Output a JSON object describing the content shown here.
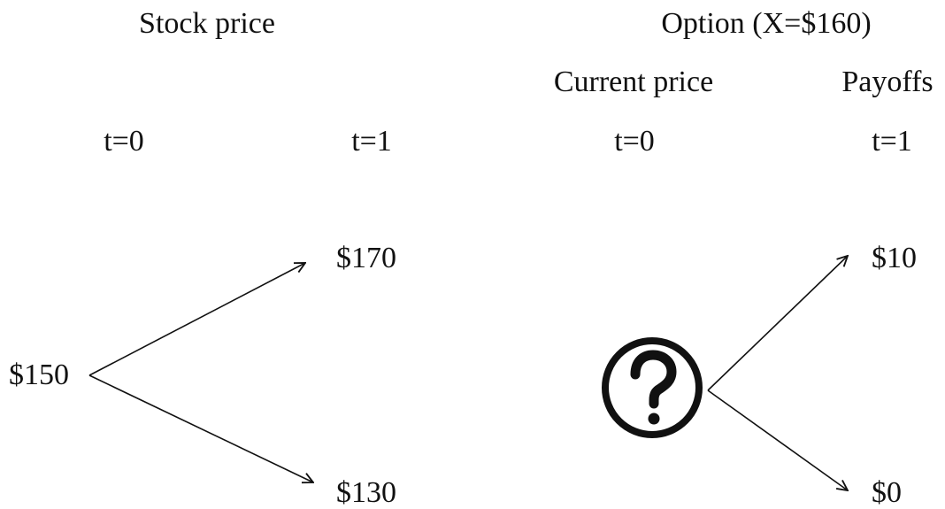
{
  "stock": {
    "title": "Stock price",
    "t0_label": "t=0",
    "t1_label": "t=1",
    "initial": "$150",
    "up": "$170",
    "down": "$130"
  },
  "option": {
    "title": "Option (X=$160)",
    "current_label": "Current price",
    "payoffs_label": "Payoffs",
    "t0_label": "t=0",
    "t1_label": "t=1",
    "unknown_icon": "question-mark-circle-icon",
    "up": "$10",
    "down": "$0"
  }
}
